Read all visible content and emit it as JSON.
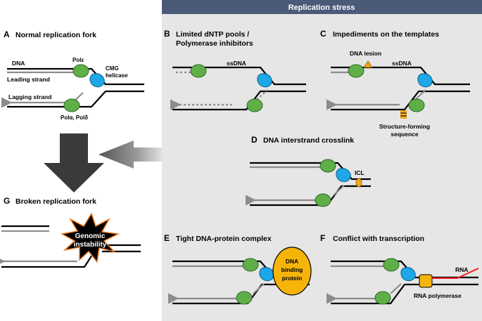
{
  "header": {
    "title": "Replication stress"
  },
  "panels": {
    "A": {
      "letter": "A",
      "title": "Normal replication fork",
      "labels": {
        "dna": "DNA",
        "pol_e": "Polε",
        "cmg": "CMG",
        "helicase": "helicase",
        "leading": "Leading strand",
        "lagging": "Lagging strand",
        "pol_ad": "Polα, Polδ"
      }
    },
    "B": {
      "letter": "B",
      "title_line1": "Limited dNTP pools /",
      "title_line2": "Polymerase inhibitors",
      "labels": {
        "ssdna": "ssDNA"
      }
    },
    "C": {
      "letter": "C",
      "title": "Impediments on the templates",
      "labels": {
        "lesion": "DNA lesion",
        "ssdna": "ssDNA",
        "structure1": "Structure-forming",
        "structure2": "sequence"
      }
    },
    "D": {
      "letter": "D",
      "title": "DNA interstrand crosslink",
      "labels": {
        "icl": "ICL"
      }
    },
    "E": {
      "letter": "E",
      "title": "Tight DNA-protein complex",
      "labels": {
        "protein1": "DNA",
        "protein2": "binding",
        "protein3": "protein"
      }
    },
    "F": {
      "letter": "F",
      "title": "Conflict with transcription",
      "labels": {
        "rna": "RNA",
        "rnapol": "RNA polymerase"
      }
    },
    "G": {
      "letter": "G",
      "title": "Broken replication fork",
      "labels": {
        "genomic": "Genomic",
        "instability": "instability"
      }
    }
  },
  "colors": {
    "header_bg": "#4a5a78",
    "stress_bg": "#e6e6e6",
    "polymerase": "#5fae48",
    "helicase": "#1ea7e8",
    "lesion": "#f5a81c",
    "protein": "#f6b40b",
    "rna": "#ff1a1a",
    "starburst": "#000000",
    "starburst_edge": "#f57b20"
  }
}
